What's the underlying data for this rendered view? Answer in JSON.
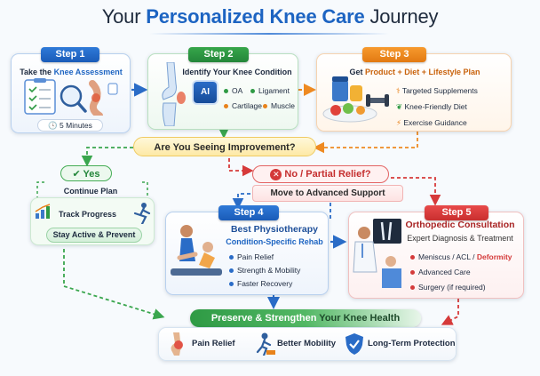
{
  "header": {
    "title_prefix": "Your ",
    "title_highlight": "Personalized Knee Care",
    "title_suffix": " Journey"
  },
  "step1": {
    "tab": "Step 1",
    "text_prefix": "Take the ",
    "text_highlight": "Knee Assessment",
    "duration": "5 Minutes"
  },
  "step2": {
    "tab": "Step 2",
    "title": "Identify Your Knee Condition",
    "ai_label": "AI",
    "conditions": [
      "OA",
      "Ligament",
      "Cartilage",
      "Muscle"
    ]
  },
  "step3": {
    "tab": "Step 3",
    "title_prefix": "Get ",
    "title_highlight": "Product + Diet + Lifestyle Plan",
    "items": [
      "Targeted Supplements",
      "Knee-Friendly Diet",
      "Exercise Guidance"
    ]
  },
  "decision": {
    "question": "Are You Seeing Improvement?"
  },
  "yes_branch": {
    "label": "Yes",
    "continue": "Continue Plan",
    "track": "Track Progress",
    "stay": "Stay Active & Prevent"
  },
  "no_branch": {
    "label": "No / Partial Relief?",
    "move": "Move to Advanced Support"
  },
  "step4": {
    "tab": "Step 4",
    "title": "Best Physiotherapy",
    "subtitle": "Condition-Specific Rehab",
    "items": [
      "Pain Relief",
      "Strength & Mobility",
      "Faster Recovery"
    ]
  },
  "step5": {
    "tab": "Step 5",
    "title": "Orthopedic Consultation",
    "subtitle": "Expert Diagnosis & Treatment",
    "item1_prefix": "Meniscus / ACL / ",
    "item1_highlight": "Deformity",
    "items": [
      "Advanced Care",
      "Surgery (if required)"
    ]
  },
  "footer": {
    "banner_prefix": "Preserve & Strengthen ",
    "banner_suffix": "Your Knee Health",
    "benefits": [
      "Pain Relief",
      "Better Mobility",
      "Long-Term Protection"
    ]
  },
  "colors": {
    "blue": "#1d64c2",
    "green": "#2e9a44",
    "orange": "#e8821a",
    "red": "#d43a3a"
  }
}
